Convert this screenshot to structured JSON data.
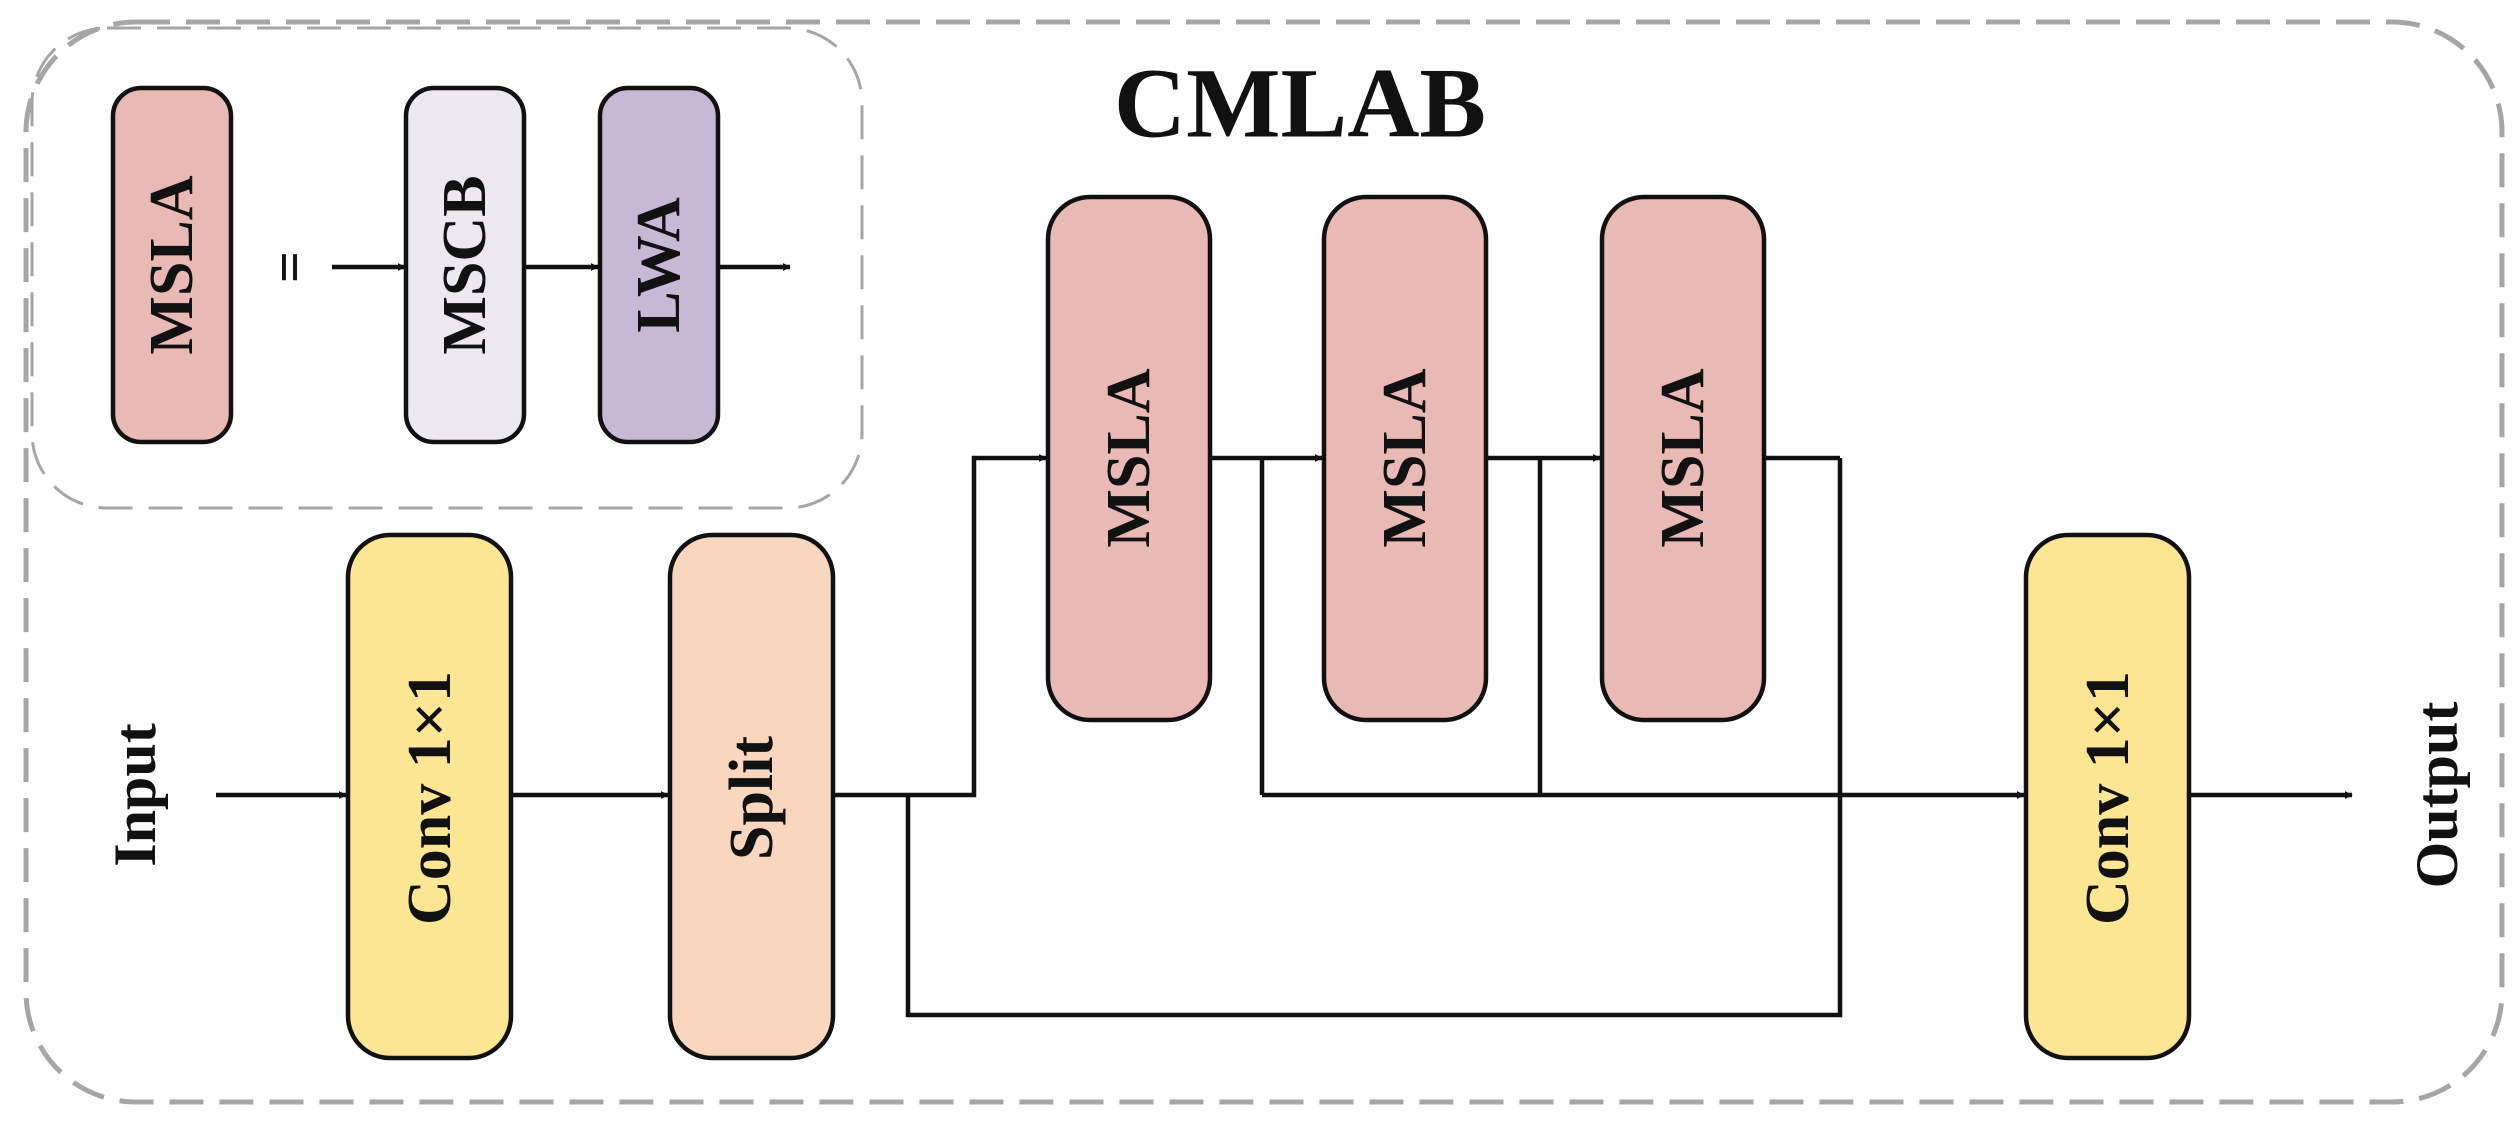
{
  "title": "CMLAB",
  "legend": {
    "lhs_label": "MSLA",
    "equals": "=",
    "mscb_label": "MSCB",
    "lwa_label": "LWA"
  },
  "blocks": {
    "input_label": "Input",
    "conv_in_label": "Conv 1×1",
    "split_label": "Split",
    "msla_1_label": "MSLA",
    "msla_2_label": "MSLA",
    "msla_3_label": "MSLA",
    "conv_out_label": "Conv 1×1",
    "output_label": "Output"
  },
  "colors": {
    "msla": "#e8b9b5",
    "mscb": "#ebe8f0",
    "lwa": "#c6b9d6",
    "conv": "#fce593",
    "split": "#f9d7bf",
    "stroke": "#111111",
    "dash": "#a6a6a6"
  }
}
